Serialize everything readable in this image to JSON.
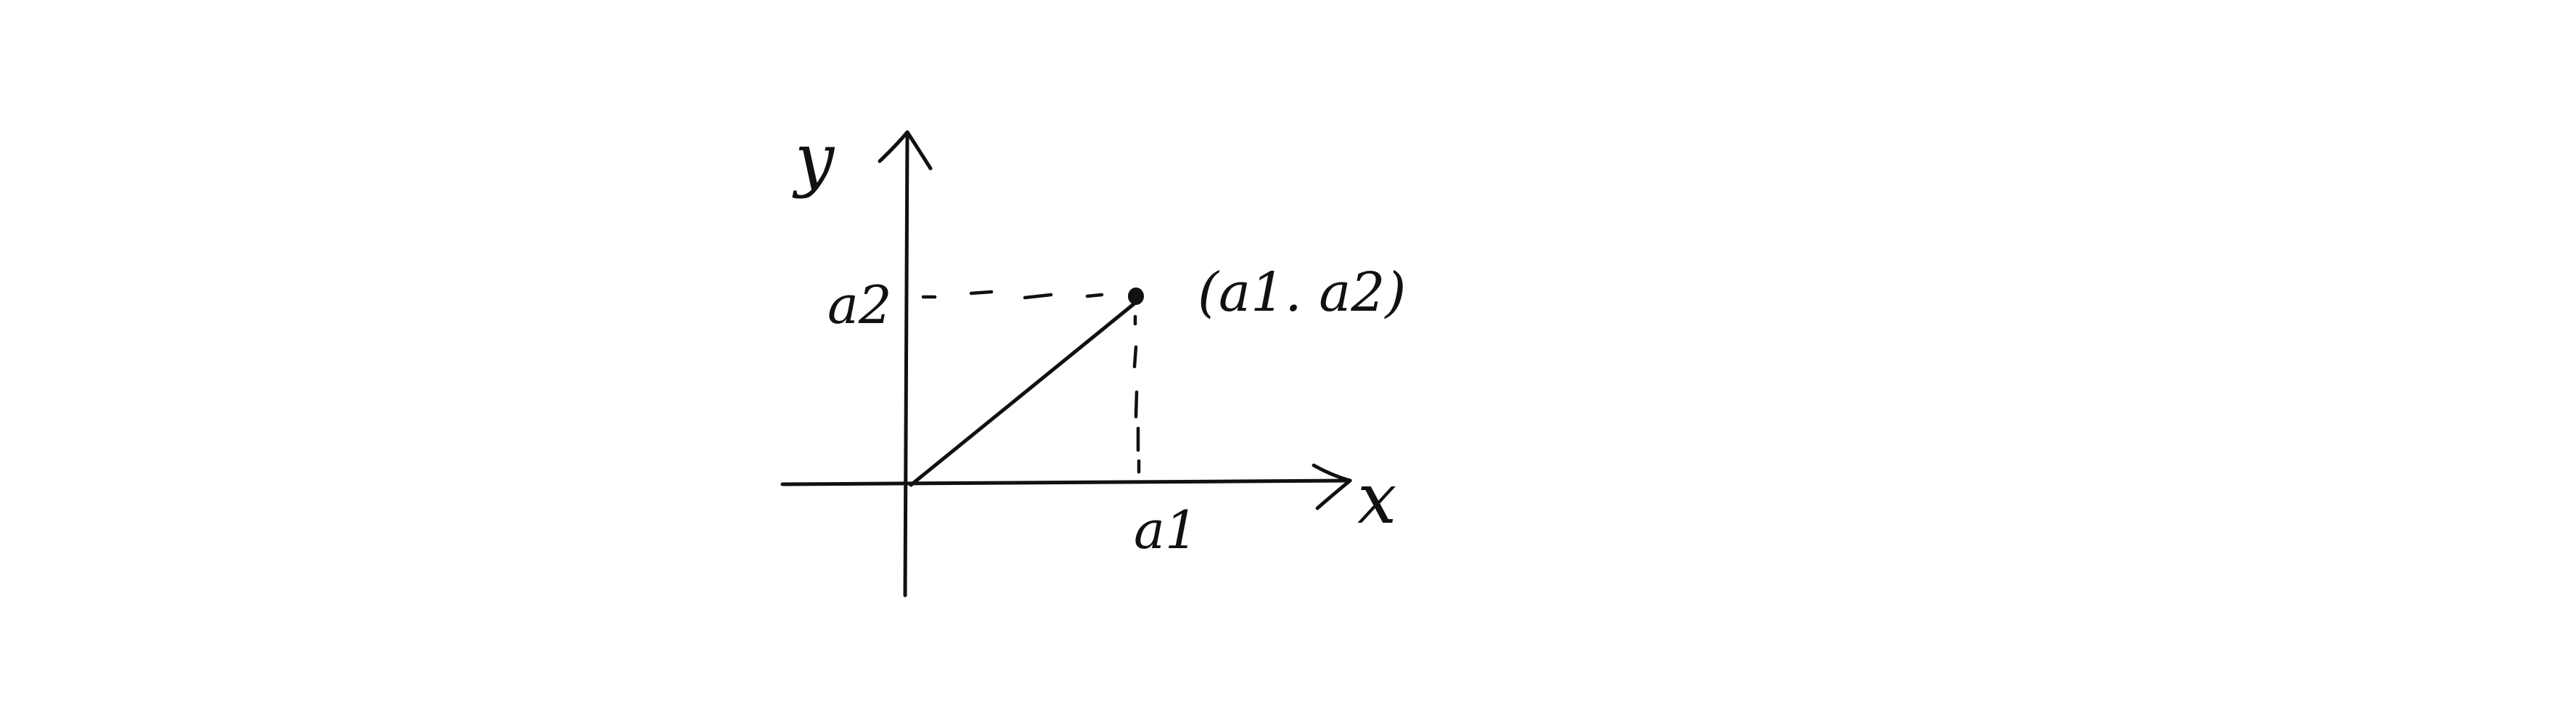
{
  "labels": {
    "x_axis": "x",
    "y_axis": "y",
    "y_tick": "a2",
    "x_tick": "a1",
    "point": "(a1. a2)"
  },
  "colors": {
    "ink": "#111111",
    "background": "#ffffff"
  }
}
